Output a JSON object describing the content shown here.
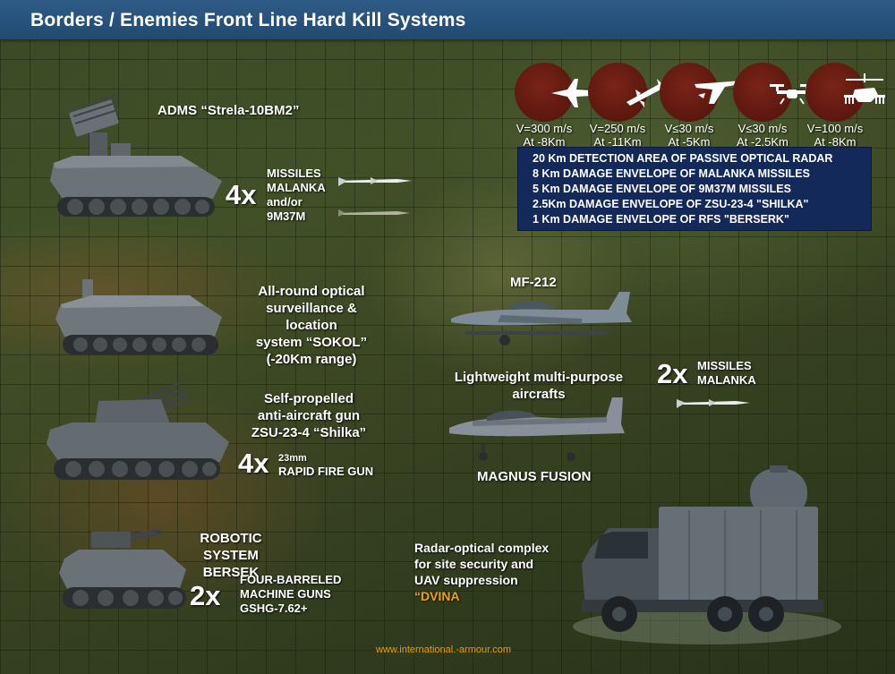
{
  "title": "Borders / Enemies Front Line Hard Kill Systems",
  "threats": [
    {
      "icon": "fighter-jet-icon",
      "speed": "V=300 m/s",
      "range": "At -8Km"
    },
    {
      "icon": "cruise-missile-icon",
      "speed": "V=250 m/s",
      "range": "At -11Km"
    },
    {
      "icon": "uav-drone-icon",
      "speed": "V≤30 m/s",
      "range": "At -5Km"
    },
    {
      "icon": "quadcopter-icon",
      "speed": "V≤30 m/s",
      "range": "At -2.5Km"
    },
    {
      "icon": "helicopter-icon",
      "speed": "V=100 m/s",
      "range": "At -8Km"
    }
  ],
  "legend": [
    "20 Km DETECTION AREA OF PASSIVE OPTICAL RADAR",
    "8 Km DAMAGE ENVELOPE OF MALANKA MISSILES",
    "5 Km DAMAGE ENVELOPE OF 9M37M MISSILES",
    "2.5Km DAMAGE ENVELOPE OF ZSU-23-4 \"SHILKA\"",
    "1 Km DAMAGE ENVELOPE OF RFS \"BERSERK\""
  ],
  "strela": {
    "name": "ADMS “Strela-10BM2”",
    "count": "4x",
    "weapon_lines": [
      "MISSILES",
      "MALANKA",
      "and/or",
      "9M37M"
    ]
  },
  "sokol": {
    "lines": [
      "All-round optical",
      "surveillance & location",
      "system “SOKOL”",
      "(-20Km range)"
    ]
  },
  "shilka": {
    "lines": [
      "Self-propelled",
      "anti-aircraft gun",
      "ZSU-23-4 “Shilka”"
    ],
    "count": "4x",
    "weapon_lines": [
      "23mm",
      "RAPID FIRE GUN"
    ]
  },
  "bersek": {
    "lines": [
      "ROBOTIC SYSTEM",
      "BERSEK"
    ],
    "count": "2x",
    "weapon_lines": [
      "FOUR-BARRELED",
      "MACHINE GUNS",
      "GSHG-7.62+"
    ]
  },
  "aircraft": {
    "mf212": "MF-212",
    "lines": [
      "Lightweight multi-purpose",
      "aircrafts"
    ],
    "count": "2x",
    "weapon_lines": [
      "MISSILES",
      "MALANKA"
    ],
    "magnus": "MAGNUS FUSION"
  },
  "dvina": {
    "lines": [
      "Radar-optical complex",
      "for site security and",
      "UAV suppression"
    ],
    "name": "“DVINA"
  },
  "footer": "www.international.-armour.com",
  "colors": {
    "title_bar": "#2e5b86",
    "legend_bg": "#13295a",
    "threat_disc": "#6a1f14",
    "accent": "#f0a500"
  }
}
